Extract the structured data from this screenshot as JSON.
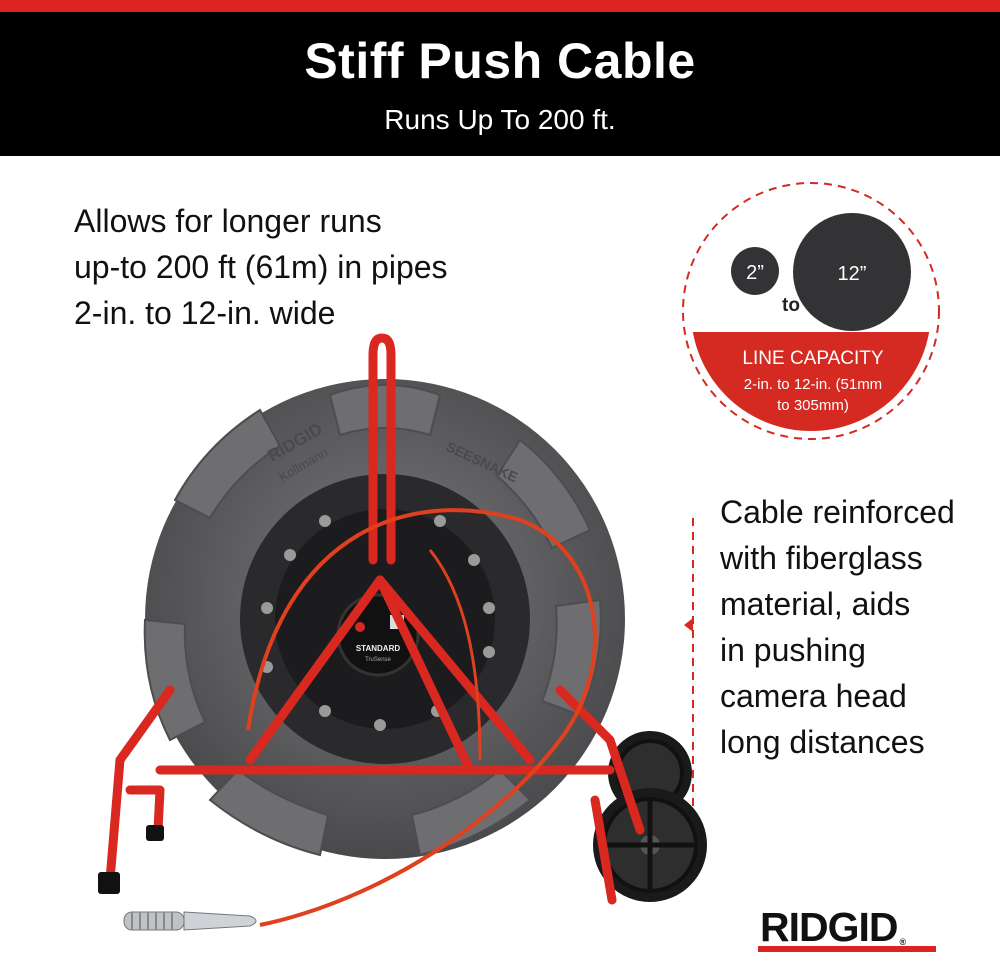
{
  "header": {
    "title": "Stiff Push Cable",
    "subtitle": "Runs Up To 200 ft."
  },
  "left_text": {
    "line1": "Allows for longer runs",
    "line2": "up-to 200 ft (61m) in pipes",
    "line3": "2-in. to 12-in. wide"
  },
  "capacity_badge": {
    "small_size": "2”",
    "connector": "to",
    "large_size": "12”",
    "heading": "LINE CAPACITY",
    "detail_line1": "2-in. to 12-in. (51mm",
    "detail_line2": "to 305mm)"
  },
  "right_text": {
    "line1": "Cable reinforced",
    "line2": "with fiberglass",
    "line3": "material, aids",
    "line4": "in pushing",
    "line5": "camera head",
    "line6": "long distances"
  },
  "reel_labels": {
    "brand_top": "RIDGID",
    "brand_sub": "Kollmann",
    "series": "SEESNAKE",
    "hub": "STANDARD",
    "hub_sub": "TruSense"
  },
  "brand": {
    "logo": "RIDGID",
    "registered": "®"
  },
  "colors": {
    "accent_red": "#d42a22",
    "header_black": "#000000",
    "reel_gray": "#5f5f61",
    "hub_black": "#1c1c1e",
    "frame_red": "#d9281f"
  }
}
